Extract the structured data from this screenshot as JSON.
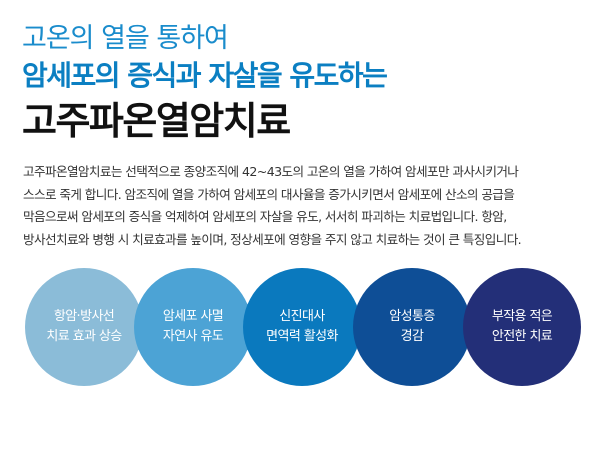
{
  "header": {
    "line1": "고온의 열을 통하여",
    "line2": "암세포의 증식과 자살을 유도하는",
    "title": "고주파온열암치료"
  },
  "description": {
    "lines": [
      "고주파온열암치료는 선택적으로 종양조직에 42~43도의 고온의 열을 가하여 암세포만 과사시키거나",
      "스스로 죽게 합니다. 암조직에 열을 가하여 암세포의 대사율을 증가시키면서 암세포에 산소의 공급을",
      "막음으로써 암세포의 증식을 억제하여 암세포의 자살을 유도, 서서히 파괴하는 치료법입니다. 항암,",
      "방사선치료와 병행 시 치료효과를 높이며, 정상세포에 영향을 주지 않고 치료하는 것이 큰 특징입니다."
    ]
  },
  "features": [
    {
      "line1": "항암·방사선",
      "line2": "치료 효과 상승",
      "color": "#8bbcd8"
    },
    {
      "line1": "암세포 사멸",
      "line2": "자연사 유도",
      "color": "#4ca3d5"
    },
    {
      "line1": "신진대사",
      "line2": "면역력 활성화",
      "color": "#0a79be"
    },
    {
      "line1": "암성통증",
      "line2": "경감",
      "color": "#0e4e96"
    },
    {
      "line1": "부작용 적은",
      "line2": "안전한 치료",
      "color": "#232f78"
    }
  ]
}
